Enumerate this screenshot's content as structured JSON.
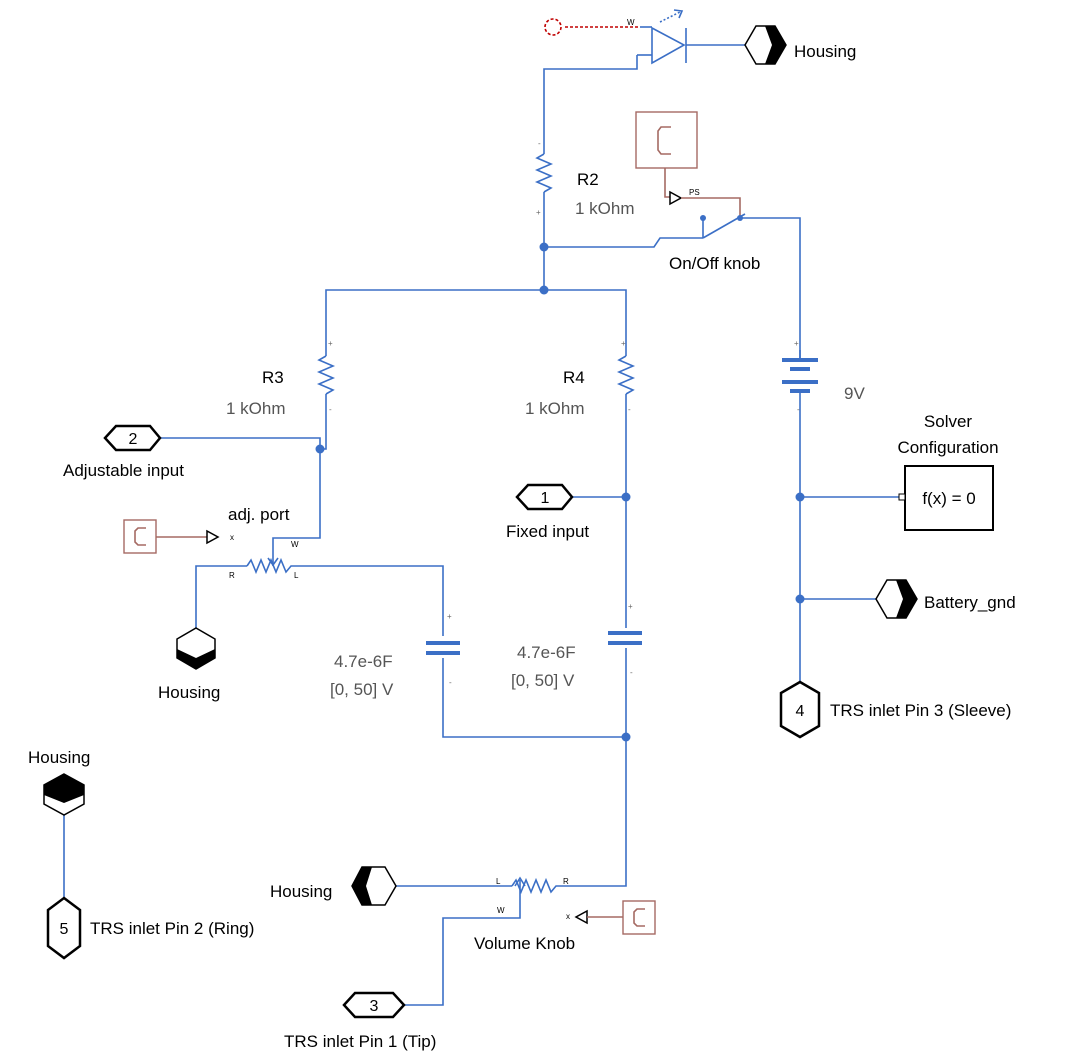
{
  "components": {
    "r2": {
      "name": "R2",
      "value": "1 kOhm"
    },
    "r3": {
      "name": "R3",
      "value": "1 kOhm"
    },
    "r4": {
      "name": "R4",
      "value": "1 kOhm"
    },
    "c_left": {
      "value": "4.7e-6F",
      "range": "[0, 50] V"
    },
    "c_right": {
      "value": "4.7e-6F",
      "range": "[0, 50] V"
    },
    "battery": {
      "value": "9V"
    },
    "switch": {
      "name": "On/Off knob",
      "port": "PS"
    },
    "adj_pot": {
      "name": "adj. port",
      "pin_w": "W",
      "pin_r": "R",
      "pin_l": "L",
      "pin_x": "x"
    },
    "volume_pot": {
      "name": "Volume Knob",
      "pin_w": "W",
      "pin_r": "R",
      "pin_l": "L",
      "pin_x": "x"
    },
    "solver": {
      "title_line1": "Solver",
      "title_line2": "Configuration",
      "equation": "f(x) = 0"
    },
    "constant_glyph": "C",
    "led_port": "W"
  },
  "ports": {
    "p1": {
      "num": "1",
      "label": "Fixed input"
    },
    "p2": {
      "num": "2",
      "label": "Adjustable input"
    },
    "p3": {
      "num": "3",
      "label": "TRS inlet Pin 1 (Tip)"
    },
    "p4": {
      "num": "4",
      "label": "TRS inlet Pin 3 (Sleeve)"
    },
    "p5": {
      "num": "5",
      "label": "TRS inlet Pin 2 (Ring)"
    }
  },
  "connections": {
    "housing_led": "Housing",
    "housing_adj": "Housing",
    "housing_left": "Housing",
    "housing_volume": "Housing",
    "battery_gnd": "Battery_gnd"
  },
  "polarity": {
    "plus": "+",
    "minus": "-"
  }
}
